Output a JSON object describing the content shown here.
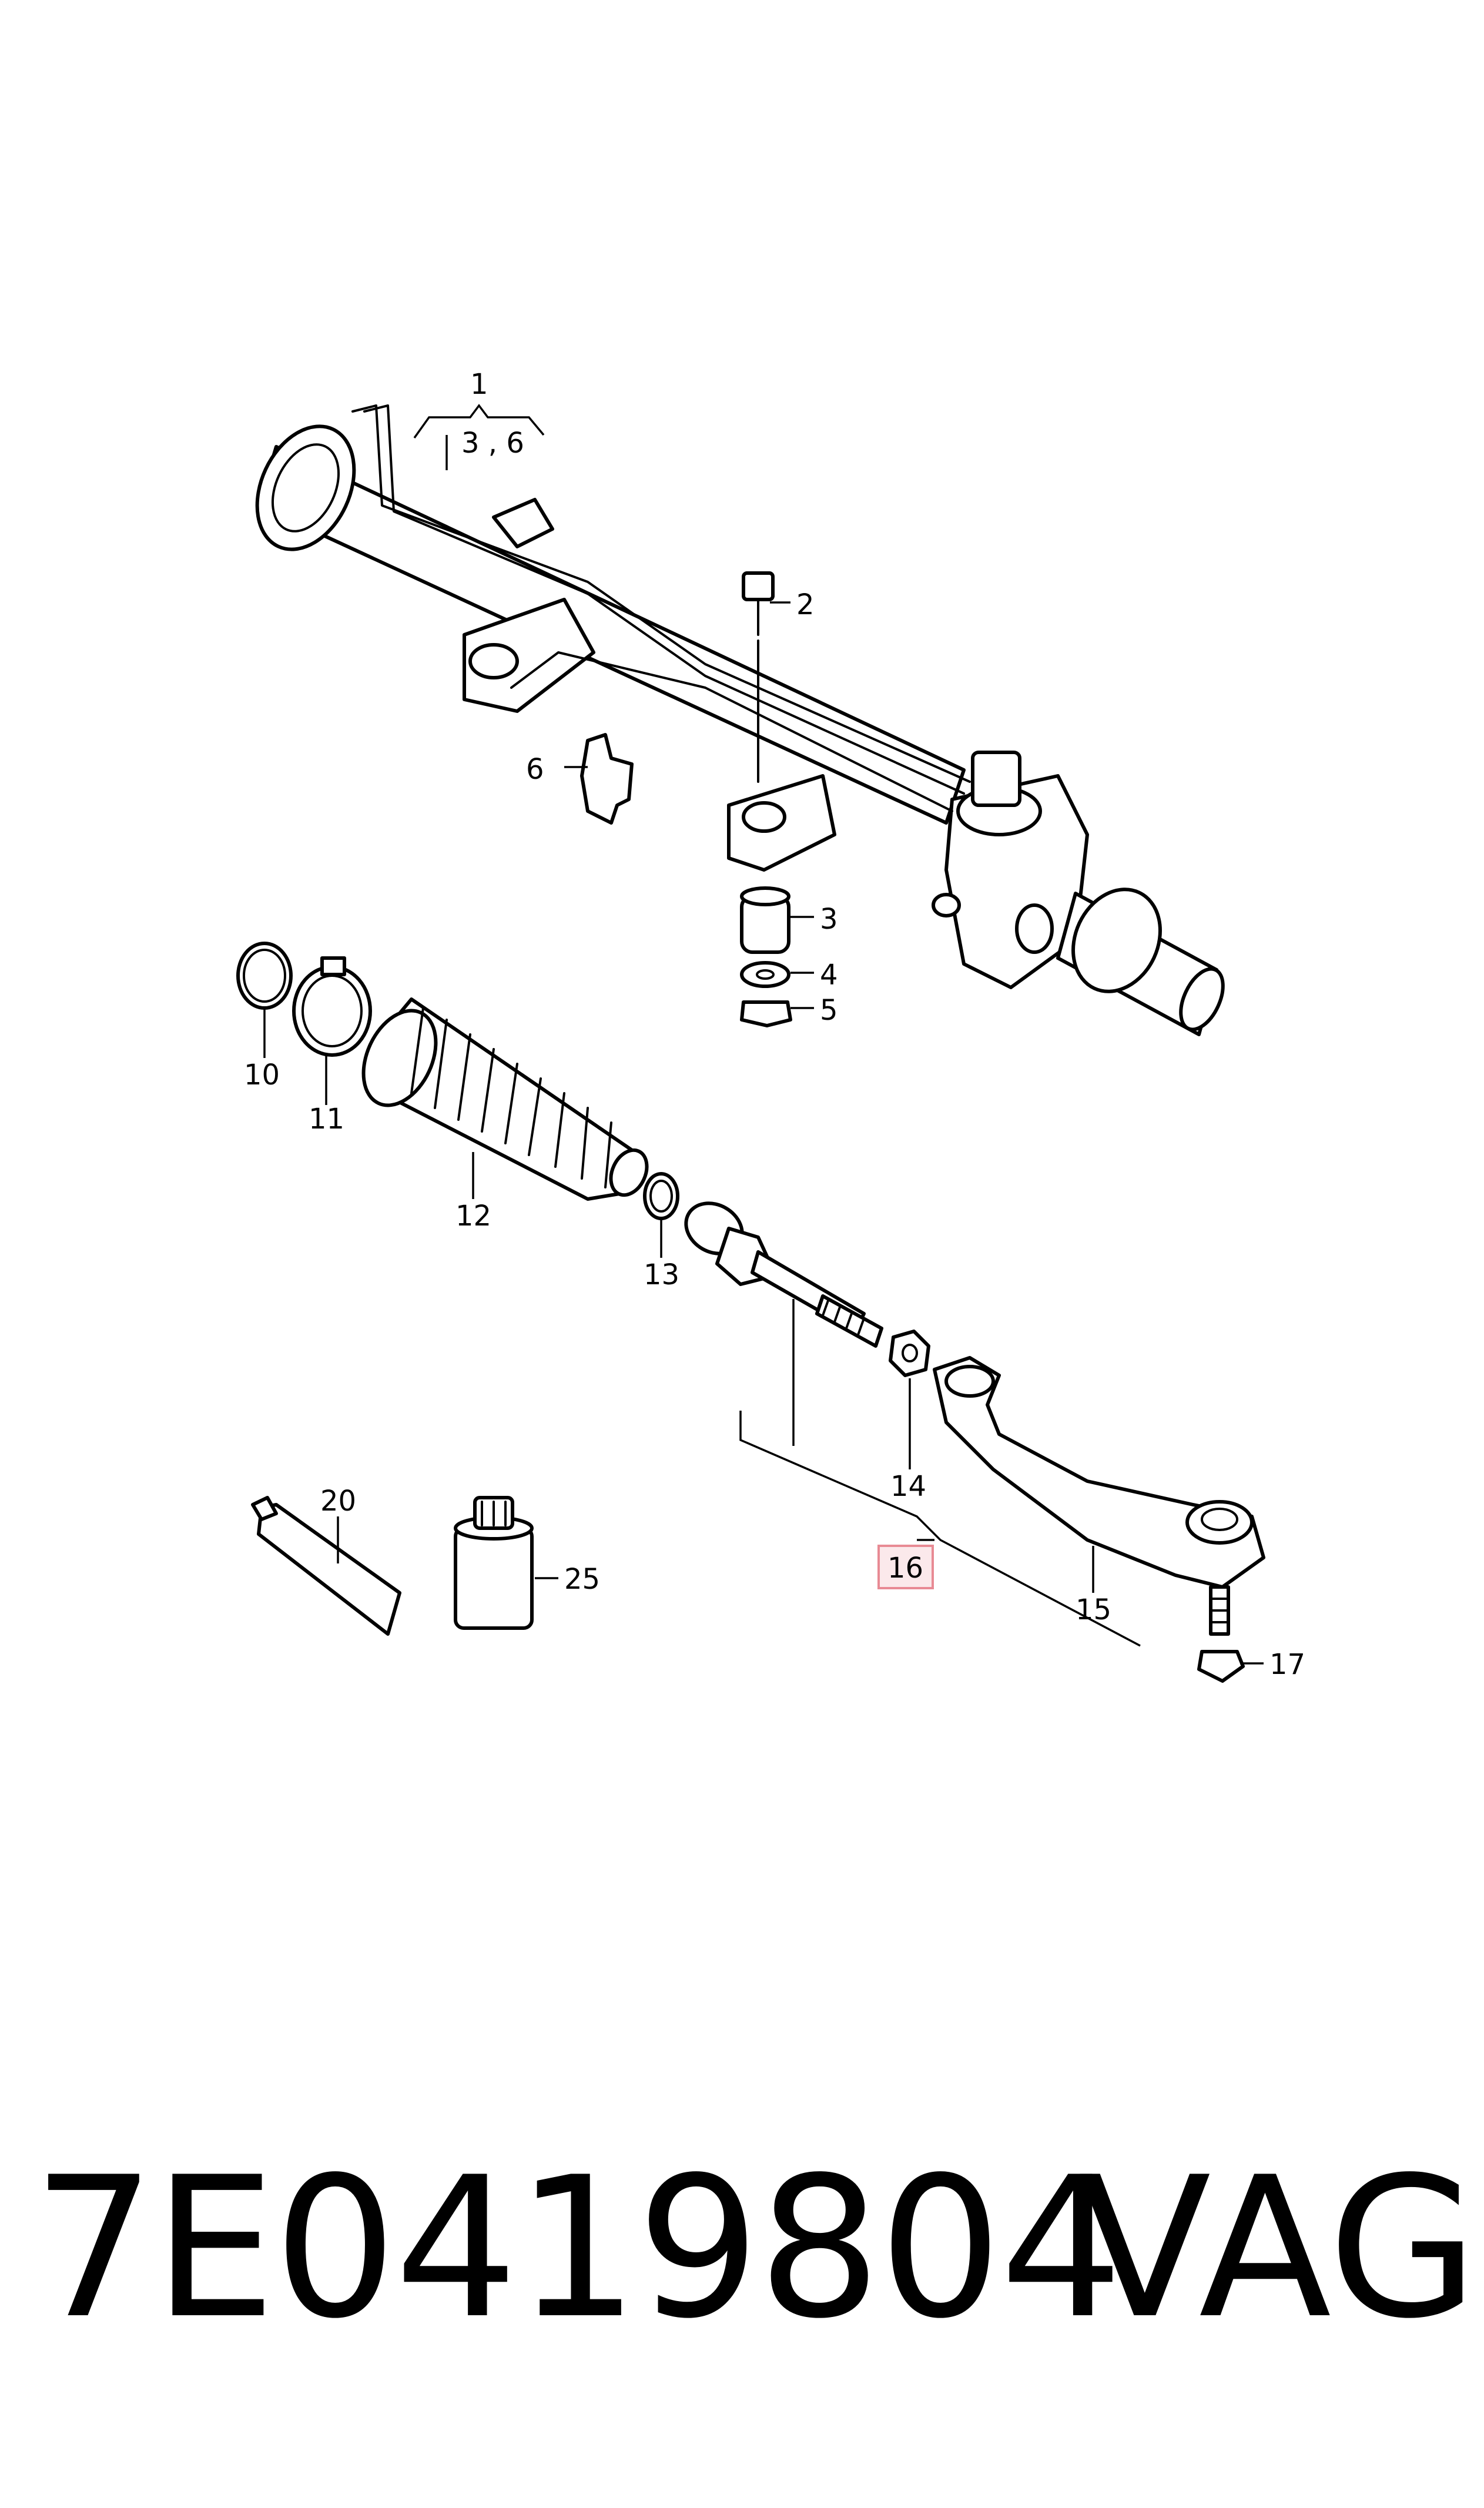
{
  "callouts": {
    "c1": "1",
    "c3_6": "3 , 6",
    "c2": "2",
    "c6": "6",
    "c3": "3",
    "c4": "4",
    "c5": "5",
    "c10": "10",
    "c11": "11",
    "c12": "12",
    "c13": "13",
    "c14": "14",
    "c15": "15",
    "c16": "16",
    "c17": "17",
    "c20": "20",
    "c25": "25"
  },
  "highlight_color": "#e88a94",
  "footer": {
    "part_number": "7E0419804",
    "brand": "VAG"
  }
}
